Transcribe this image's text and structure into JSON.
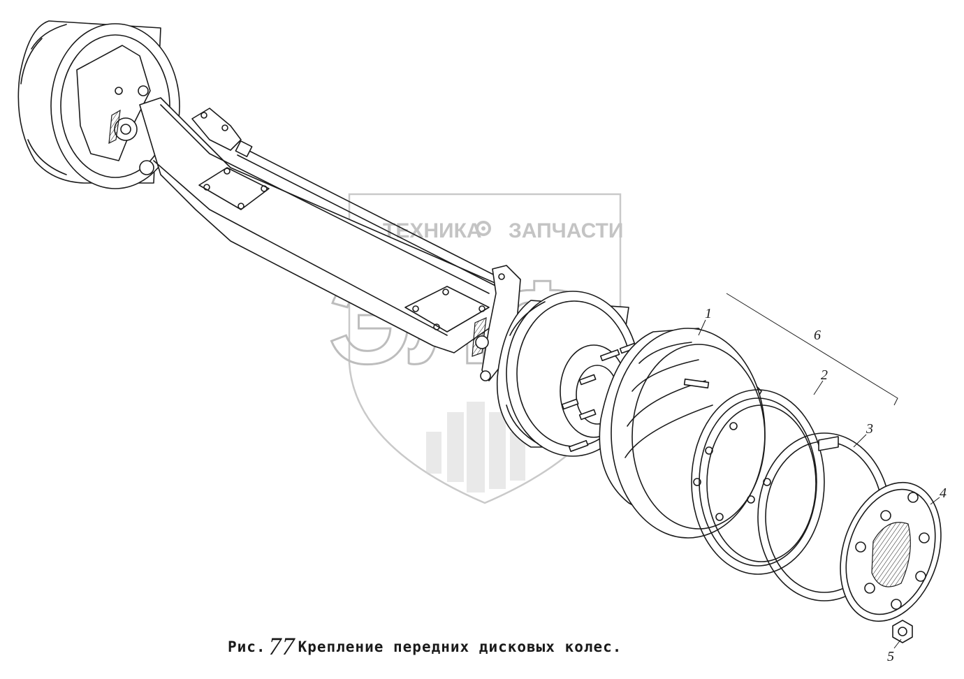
{
  "figure": {
    "caption_prefix": "Рис.",
    "caption_number": "77",
    "caption_text": "Крепление передних дисковых колес."
  },
  "watermark": {
    "line_left": "ТЕХНИКА",
    "line_right": "ЗАПЧАСТИ",
    "logo_text": "ЭЛФ",
    "gear_icon": "gear-icon"
  },
  "callouts": [
    "1",
    "2",
    "3",
    "4",
    "5",
    "6"
  ]
}
